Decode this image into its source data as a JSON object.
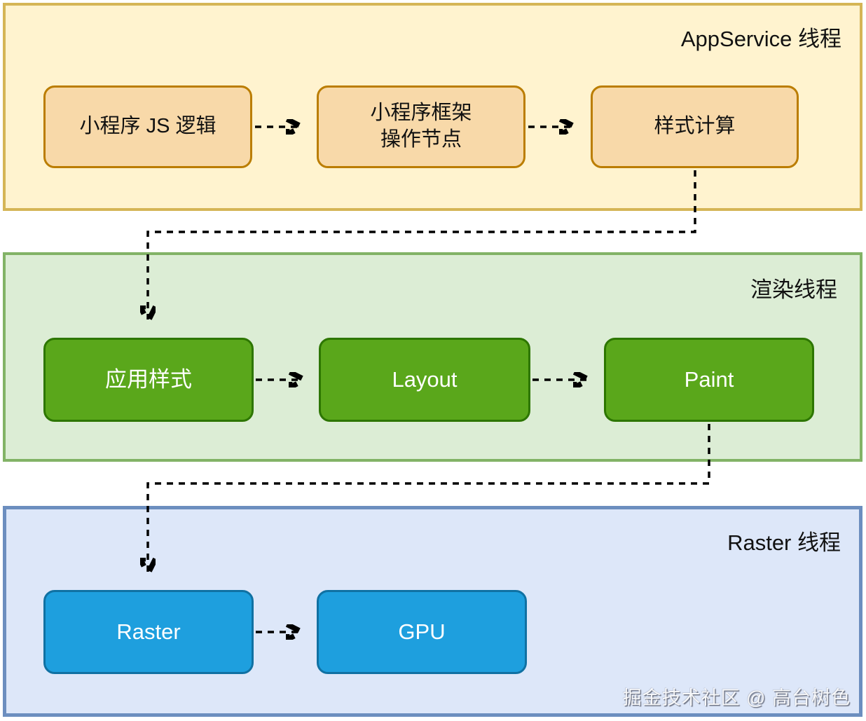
{
  "diagram": {
    "lanes": [
      {
        "id": "appservice",
        "title": "AppService 线程",
        "nodes": [
          {
            "id": "mini-js-logic",
            "label": "小程序 JS 逻辑"
          },
          {
            "id": "mini-framework-node-ops",
            "label": "小程序框架\n操作节点"
          },
          {
            "id": "style-calc",
            "label": "样式计算"
          }
        ]
      },
      {
        "id": "render",
        "title": "渲染线程",
        "nodes": [
          {
            "id": "apply-style",
            "label": "应用样式"
          },
          {
            "id": "layout",
            "label": "Layout"
          },
          {
            "id": "paint",
            "label": "Paint"
          }
        ]
      },
      {
        "id": "raster",
        "title": "Raster 线程",
        "nodes": [
          {
            "id": "raster",
            "label": "Raster"
          },
          {
            "id": "gpu",
            "label": "GPU"
          }
        ]
      }
    ],
    "edges": [
      {
        "from": "mini-js-logic",
        "to": "mini-framework-node-ops",
        "style": "dashed-arrow"
      },
      {
        "from": "mini-framework-node-ops",
        "to": "style-calc",
        "style": "dashed-arrow"
      },
      {
        "from": "style-calc",
        "to": "apply-style",
        "style": "dashed-arrow"
      },
      {
        "from": "apply-style",
        "to": "layout",
        "style": "dashed-arrow"
      },
      {
        "from": "layout",
        "to": "paint",
        "style": "dashed-arrow"
      },
      {
        "from": "paint",
        "to": "raster",
        "style": "dashed-arrow"
      },
      {
        "from": "raster",
        "to": "gpu",
        "style": "dashed-arrow"
      }
    ],
    "watermark": "掘金技术社区 @ 高台树色",
    "colors": {
      "lane_appservice_fill": "#FFF3CF",
      "lane_appservice_border": "#D5B556",
      "node_appservice_fill": "#F8D9A9",
      "node_appservice_border": "#BB7D00",
      "lane_render_fill": "#DCEDD5",
      "lane_render_border": "#82B366",
      "node_render_fill": "#5AA71B",
      "node_render_border": "#2D7600",
      "lane_raster_fill": "#DDE7F9",
      "lane_raster_border": "#6C8EBF",
      "node_raster_fill": "#1E9FDE",
      "node_raster_border": "#1071A3",
      "connector": "#000000"
    }
  }
}
